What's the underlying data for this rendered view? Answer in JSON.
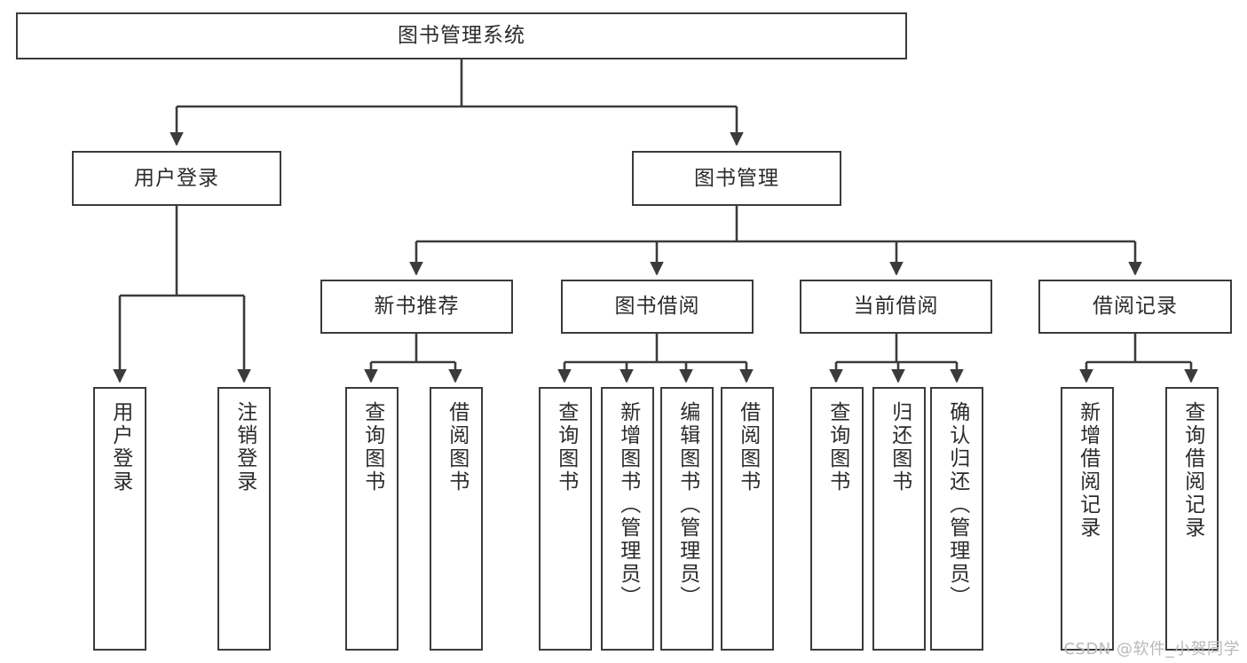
{
  "diagram": {
    "type": "tree",
    "title": "图书管理系统",
    "orientation": "top-down",
    "line_color": "#3b3b3b",
    "box_fill": "#ffffff",
    "text_color": "#2b2b2b",
    "levels": 4
  },
  "nodes": {
    "root": {
      "label": "图书管理系统",
      "level": 1
    },
    "l2": [
      {
        "label": "用户登录",
        "level": 2
      },
      {
        "label": "图书管理",
        "level": 2
      }
    ],
    "l3": [
      {
        "label": "新书推荐",
        "level": 3
      },
      {
        "label": "图书借阅",
        "level": 3
      },
      {
        "label": "当前借阅",
        "level": 3
      },
      {
        "label": "借阅记录",
        "level": 3
      }
    ],
    "leaves_user_login": [
      {
        "label": "用户登录",
        "level": 3
      },
      {
        "label": "注销登录",
        "level": 3
      }
    ],
    "leaves_new_books": [
      {
        "label": "查询图书",
        "level": 4
      },
      {
        "label": "借阅图书",
        "level": 4
      }
    ],
    "leaves_borrow": [
      {
        "label": "查询图书",
        "level": 4
      },
      {
        "label": "新增图书（管理员）",
        "level": 4
      },
      {
        "label": "编辑图书（管理员）",
        "level": 4
      },
      {
        "label": "借阅图书",
        "level": 4
      }
    ],
    "leaves_current": [
      {
        "label": "查询图书",
        "level": 4
      },
      {
        "label": "归还图书",
        "level": 4
      },
      {
        "label": "确认归还（管理员）",
        "level": 4
      }
    ],
    "leaves_records": [
      {
        "label": "新增借阅记录",
        "level": 4
      },
      {
        "label": "查询借阅记录",
        "level": 4
      }
    ]
  },
  "watermark": {
    "text": "CSDN @软件_小贺同学"
  }
}
